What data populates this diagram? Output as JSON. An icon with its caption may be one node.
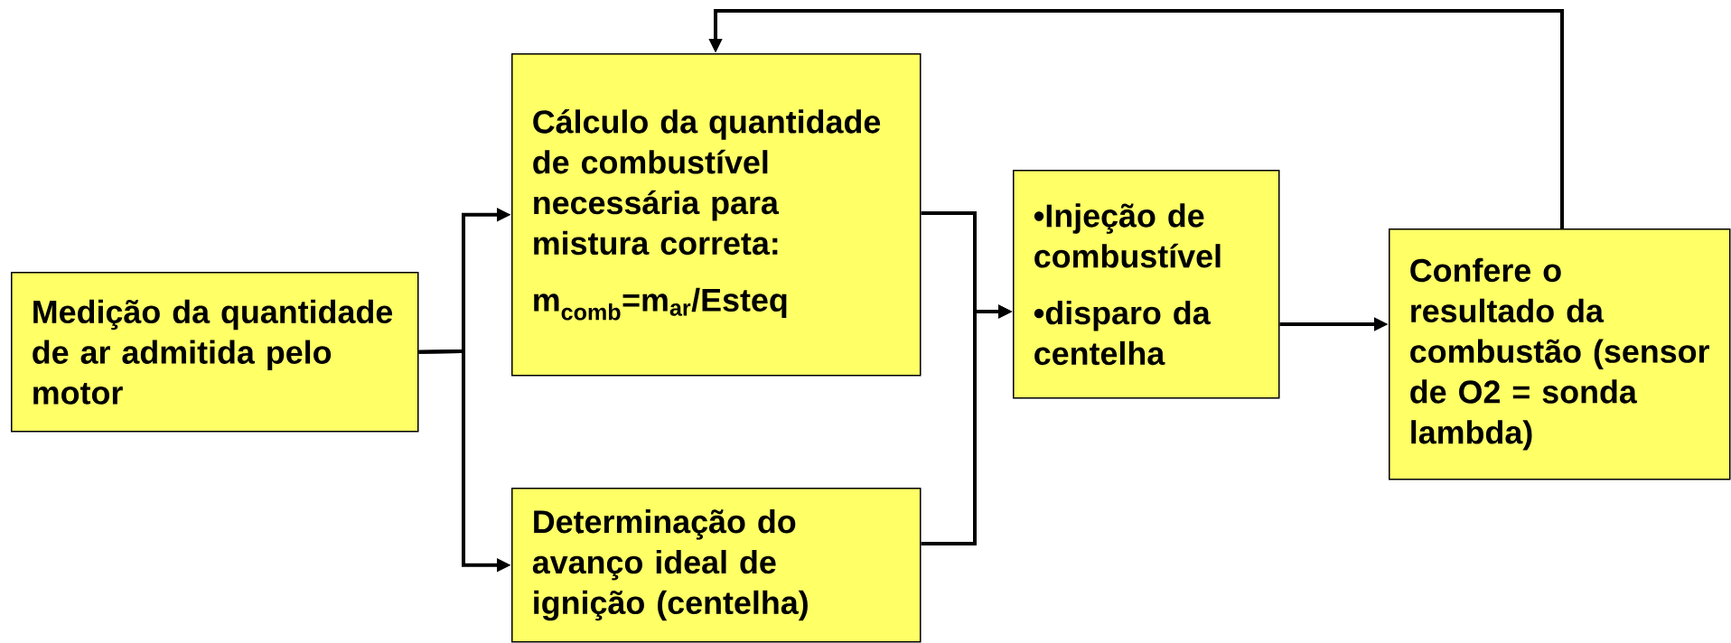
{
  "diagram": {
    "nodes": [
      {
        "text": [
          "Medição da quantidade de ar admitida pelo motor"
        ]
      },
      {
        "text": [
          "Cálculo da quantidade de combustível necessária para mistura correta:",
          "m$_{comb}$=m$_{ar}$/Esteq"
        ]
      },
      {
        "text": [
          "Determinação do avanço ideal de ignição (centelha)"
        ]
      },
      {
        "text": [
          "•Injeção de combustível",
          "•disparo da centelha"
        ]
      },
      {
        "text": [
          "Confere o resultado da combustão (sensor de O2 = sonda lambda)"
        ]
      }
    ],
    "edges": [
      {
        "from": 0,
        "to": 1,
        "arrow": "to"
      },
      {
        "from": 0,
        "to": 2,
        "arrow": "to"
      },
      {
        "from": 1,
        "to": 3,
        "arrow": "to"
      },
      {
        "from": 2,
        "to": 3,
        "arrow": "to"
      },
      {
        "from": 3,
        "to": 4,
        "arrow": "to"
      },
      {
        "from": 4,
        "to": 1,
        "arrow": "to"
      }
    ]
  }
}
